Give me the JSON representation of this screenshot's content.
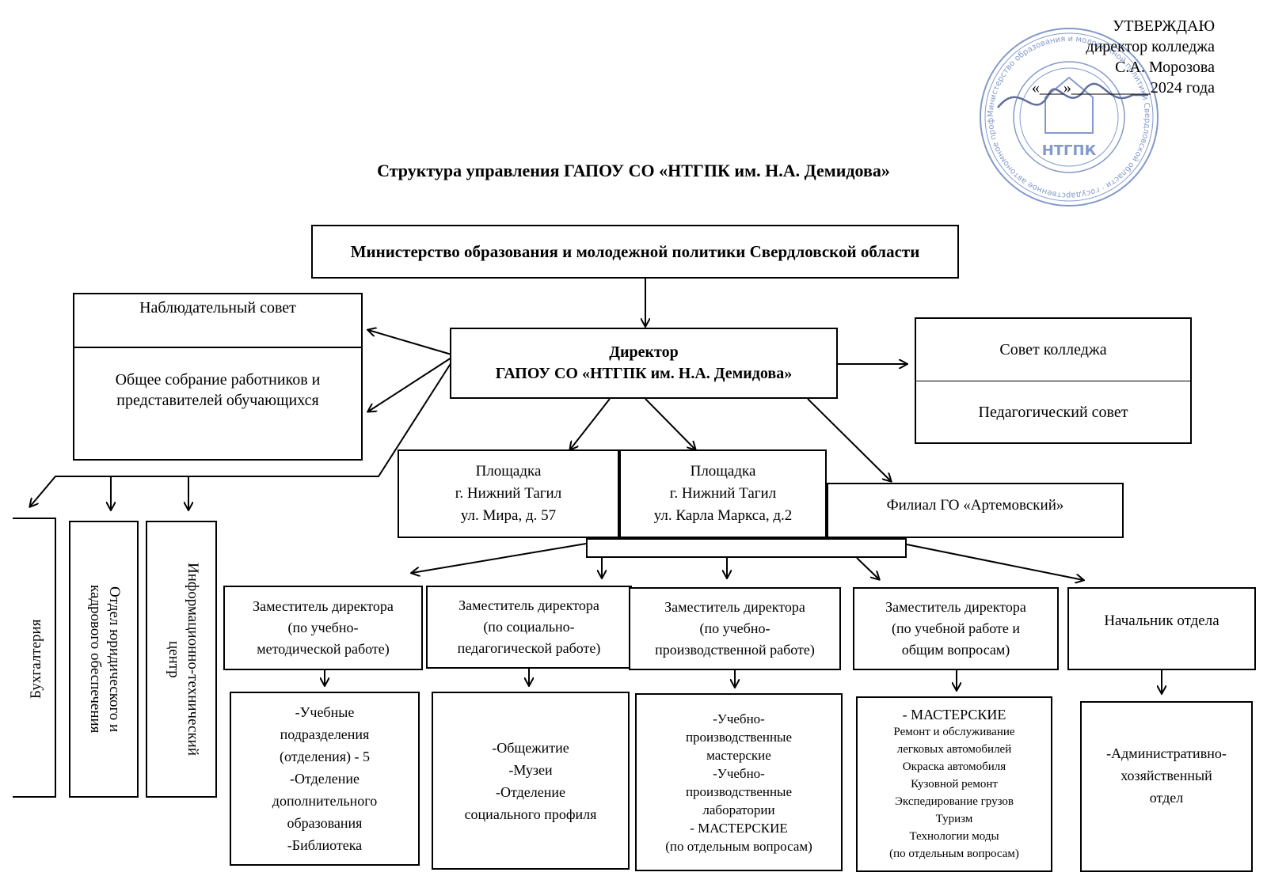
{
  "approval": {
    "line1": "УТВЕРЖДАЮ",
    "line2": "директор колледжа",
    "line3": "С.А. Морозова",
    "line4": "«___»__________2024 года",
    "seal_center_text": "НТГПК",
    "seal_ring_text": "Министерство образования и молодежной политики Свердловской области · государственное автономное профессиональное образовательное учреждение · ИНН 6668010047 · ОГРН 1036601228351"
  },
  "title": "Структура управления ГАПОУ СО «НТГПК им. Н.А. Демидова»",
  "ministry": "Министерство образования и молодежной политики Свердловской области",
  "supervisory_board": "Наблюдательный совет",
  "general_meeting": "Общее собрание работников и\nпредставителей обучающихся",
  "director": "Директор\nГАПОУ СО «НТГПК им. Н.А. Демидова»",
  "college_council": "Совет колледжа",
  "pedagogical_council": "Педагогический совет",
  "site1": "Площадка\nг. Нижний Тагил\nул. Мира, д. 57",
  "site2": "Площадка\nг. Нижний Тагил\nул. Карла Маркса, д.2",
  "branch": "Филиал ГО «Артемовский»",
  "accounting": "Бухгалтерия",
  "legal_hr": "Отдел юридического и\nкадрового обеспечения",
  "it_center": "Информационно-технический\nцентр",
  "deputies": [
    "Заместитель директора\n(по учебно-\nметодической работе)",
    "Заместитель директора\n(по социально-\nпедагогической работе)",
    "Заместитель директора\n(по учебно-\nпроизводственной  работе)",
    "Заместитель директора\n(по учебной работе и\nобщим вопросам)",
    "Начальник отдела"
  ],
  "units": [
    "-Учебные\nподразделения\n(отделения) - 5\n-Отделение\nдополнительного\nобразования\n-Библиотека",
    "-Общежитие\n-Музеи\n-Отделение\nсоциального профиля",
    "-Учебно-\nпроизводственные\nмастерские\n-Учебно-\nпроизводственные\nлаборатории\n- МАСТЕРСКИЕ\n(по отдельным вопросам)",
    "- МАСТЕРСКИЕ",
    "-Административно-\nхозяйственный\nотдел"
  ],
  "workshops_list": "Ремонт и обслуживание\nлегковых автомобилей\nОкраска автомобиля\nКузовной ремонт\nЭкспедирование грузов\nТуризм\nТехнологии моды\n(по отдельным вопросам)",
  "colors": {
    "stamp": "#5b78b8",
    "ink": "#000000"
  }
}
